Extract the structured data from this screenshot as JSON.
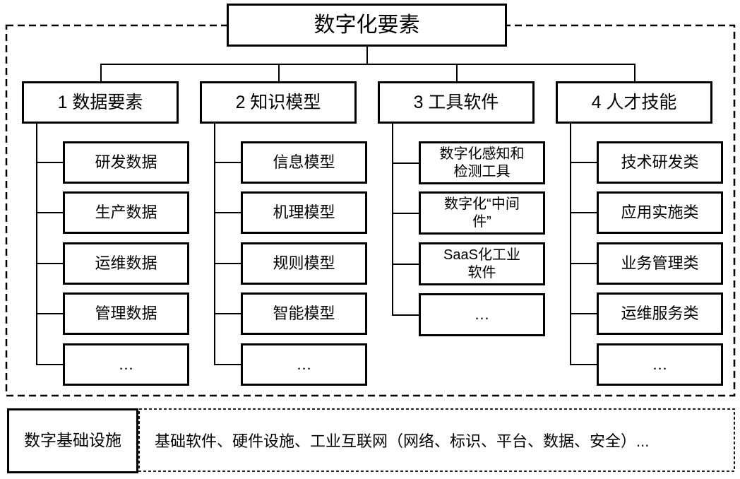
{
  "root": {
    "label": "数字化要素"
  },
  "branches": [
    {
      "label": "1 数据要素",
      "items": [
        "研发数据",
        "生产数据",
        "运维数据",
        "管理数据",
        "…"
      ]
    },
    {
      "label": "2 知识模型",
      "items": [
        "信息模型",
        "机理模型",
        "规则模型",
        "智能模型",
        "…"
      ]
    },
    {
      "label": "3 工具软件",
      "items": [
        "数字化感知和\n检测工具",
        "数字化“中间\n件”",
        "SaaS化工业\n软件",
        "…"
      ]
    },
    {
      "label": "4 人才技能",
      "items": [
        "技术研发类",
        "应用实施类",
        "业务管理类",
        "运维服务类",
        "…"
      ]
    }
  ],
  "infrastructure": {
    "label": "数字基础设施",
    "content": "基础软件、硬件设施、工业互联网（网络、标识、平台、数据、安全）..."
  },
  "colors": {
    "line": "#000000",
    "text": "#000000",
    "background": "#ffffff"
  }
}
